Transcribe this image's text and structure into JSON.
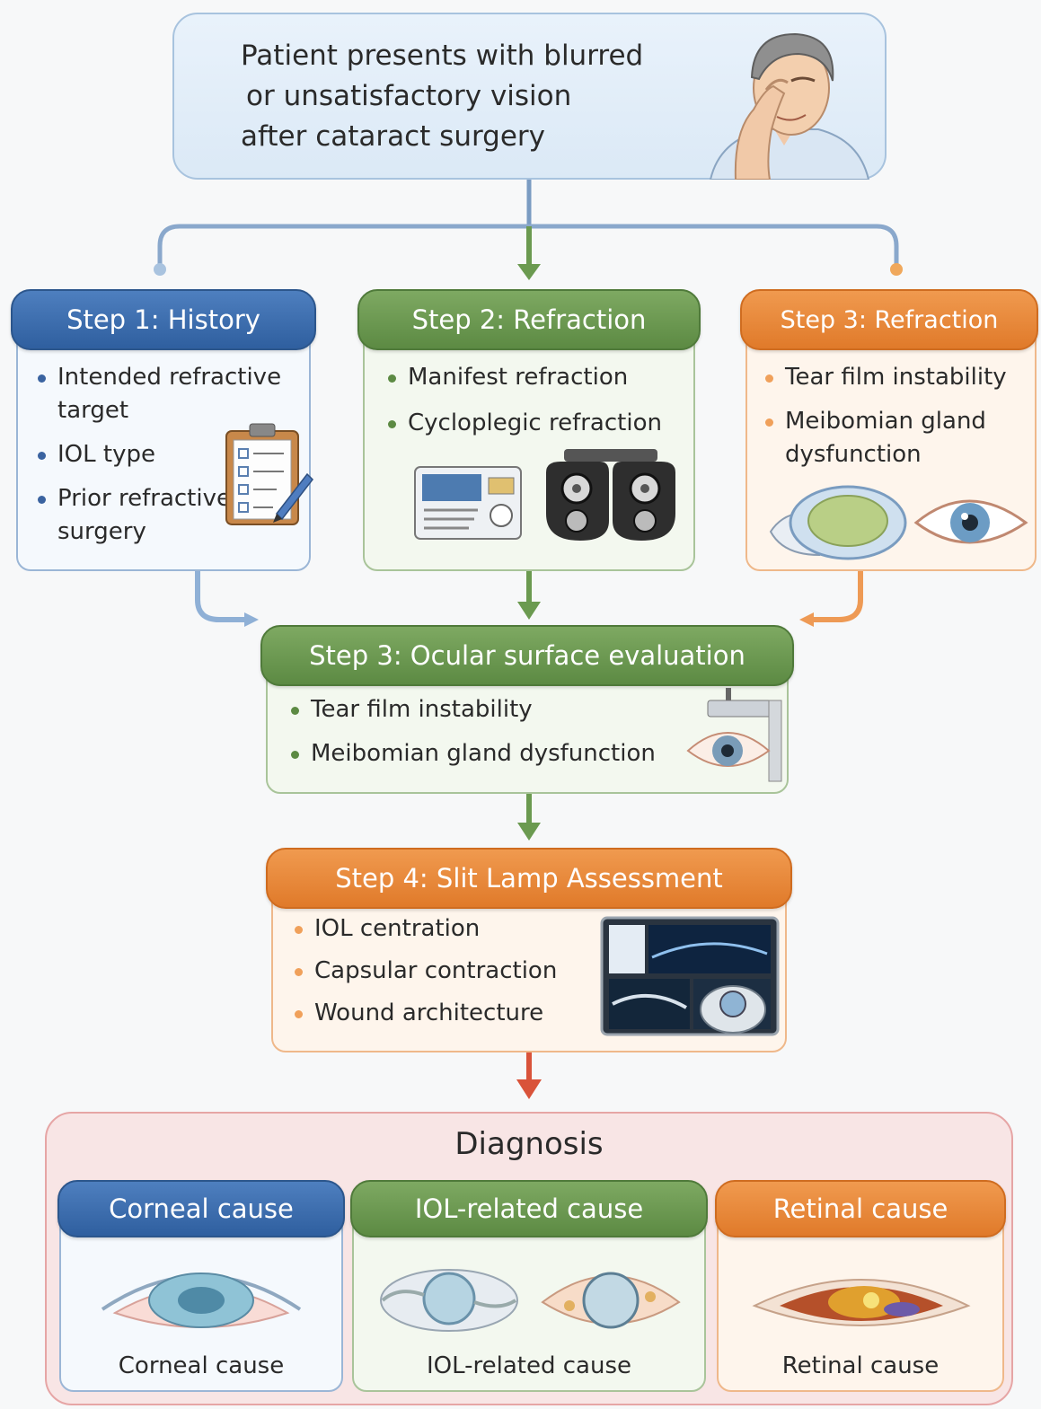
{
  "intro": {
    "lines": [
      "Patient presents with blurred",
      "or unsatisfactory vision",
      "after cataract surgery"
    ]
  },
  "step1": {
    "title": "Step 1: History",
    "items": [
      "Intended refractive target",
      "IOL type",
      "Prior refractive surgery"
    ]
  },
  "step2": {
    "title": "Step 2: Refraction",
    "items": [
      "Manifest refraction",
      "Cycloplegic refraction"
    ]
  },
  "step3a": {
    "title": "Step 3: Refraction",
    "items": [
      "Tear film instability",
      "Meibomian gland dysfunction"
    ]
  },
  "step3b": {
    "title": "Step 3: Ocular surface evaluation",
    "items": [
      "Tear film instability",
      "Meibomian gland dysfunction"
    ]
  },
  "step4": {
    "title": "Step 4: Slit Lamp Assessment",
    "items": [
      "IOL centration",
      "Capsular contraction",
      "Wound architecture"
    ]
  },
  "diagnosis": {
    "title": "Diagnosis",
    "causes": [
      {
        "title": "Corneal cause",
        "caption": "Corneal cause"
      },
      {
        "title": "IOL-related cause",
        "caption": "IOL-related cause"
      },
      {
        "title": "Retinal cause",
        "caption": "Retinal cause"
      }
    ]
  },
  "colors": {
    "blue": "#3a6aa8",
    "green": "#6b9a50",
    "orange": "#e8873a",
    "red": "#d9533a"
  }
}
